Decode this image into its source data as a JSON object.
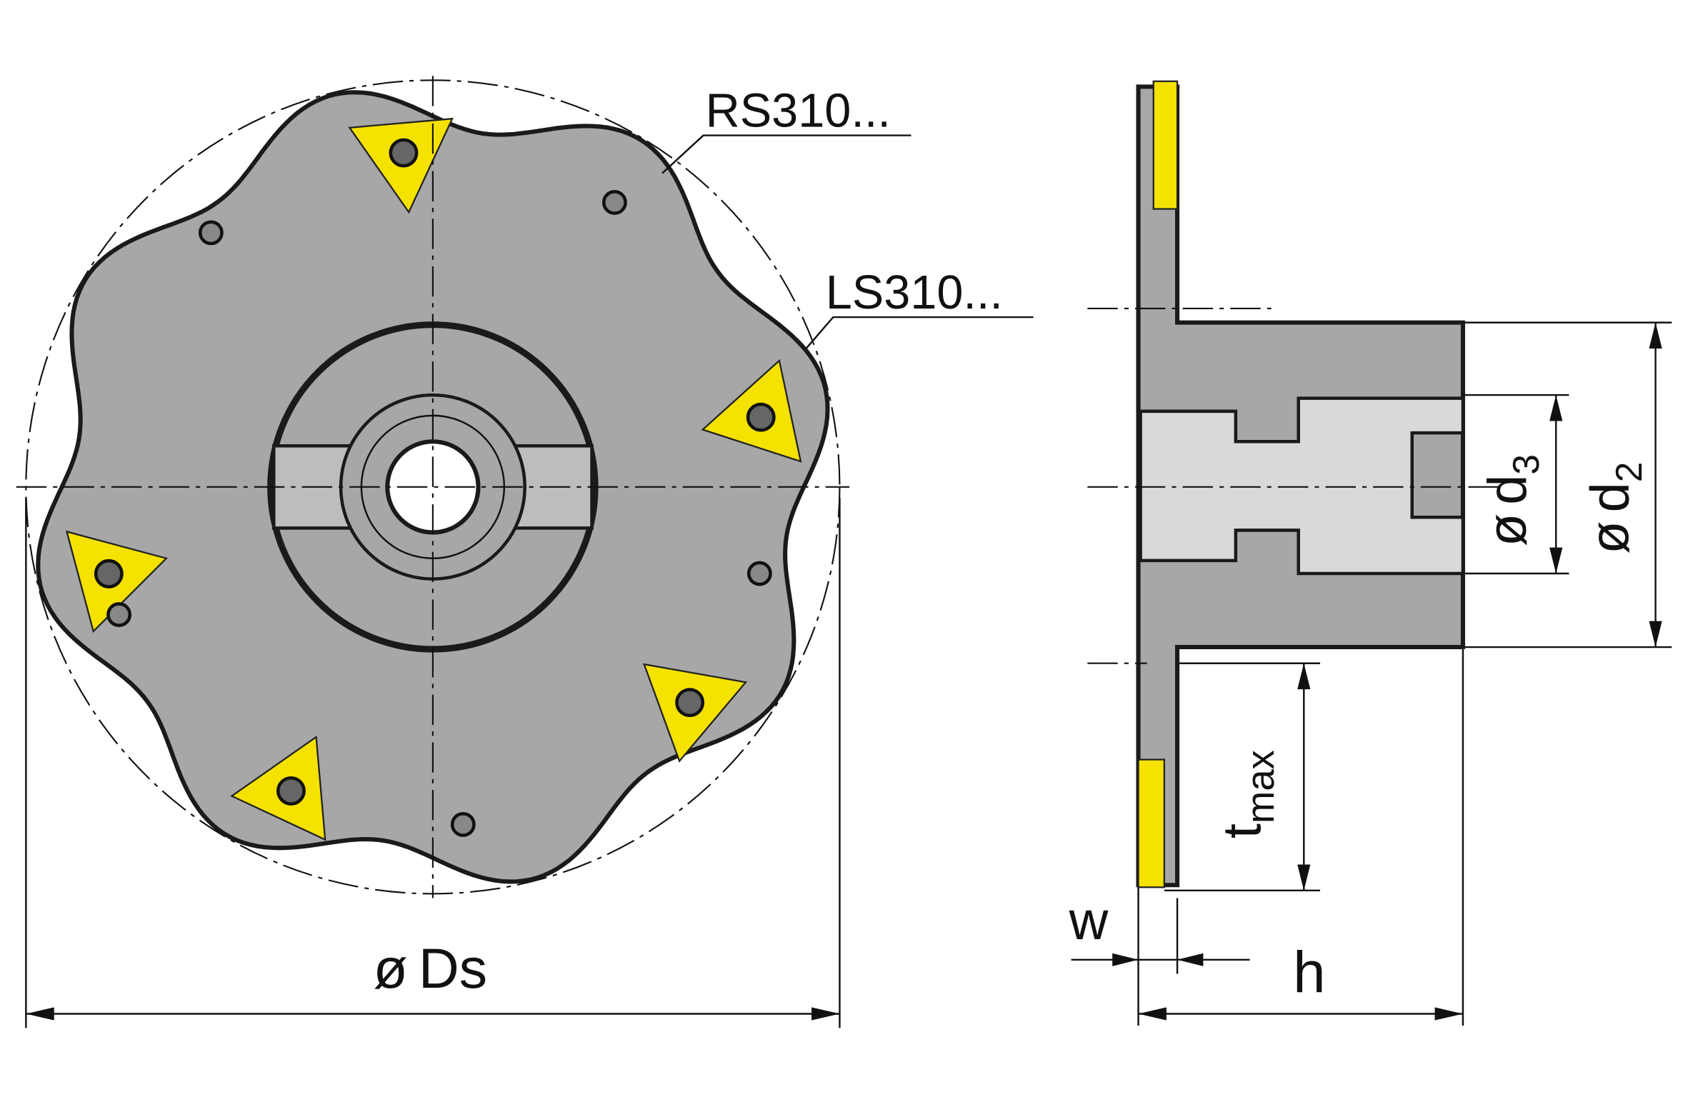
{
  "labels": {
    "rs_insert": "RS310...",
    "ls_insert": "LS310...",
    "outer_diameter_symbol": "ø",
    "outer_diameter": "Ds",
    "d3_symbol": "ø",
    "d3": "d",
    "d3_sub": "3",
    "d2_symbol": "ø",
    "d2": "d",
    "d2_sub": "2",
    "tmax": "t",
    "tmax_sub": "max",
    "w": "w",
    "h": "h"
  },
  "colors": {
    "body": "#a7a7a7",
    "bore": "#d9d9d9",
    "insert": "#f5e200",
    "outline": "#1a1a1a"
  }
}
